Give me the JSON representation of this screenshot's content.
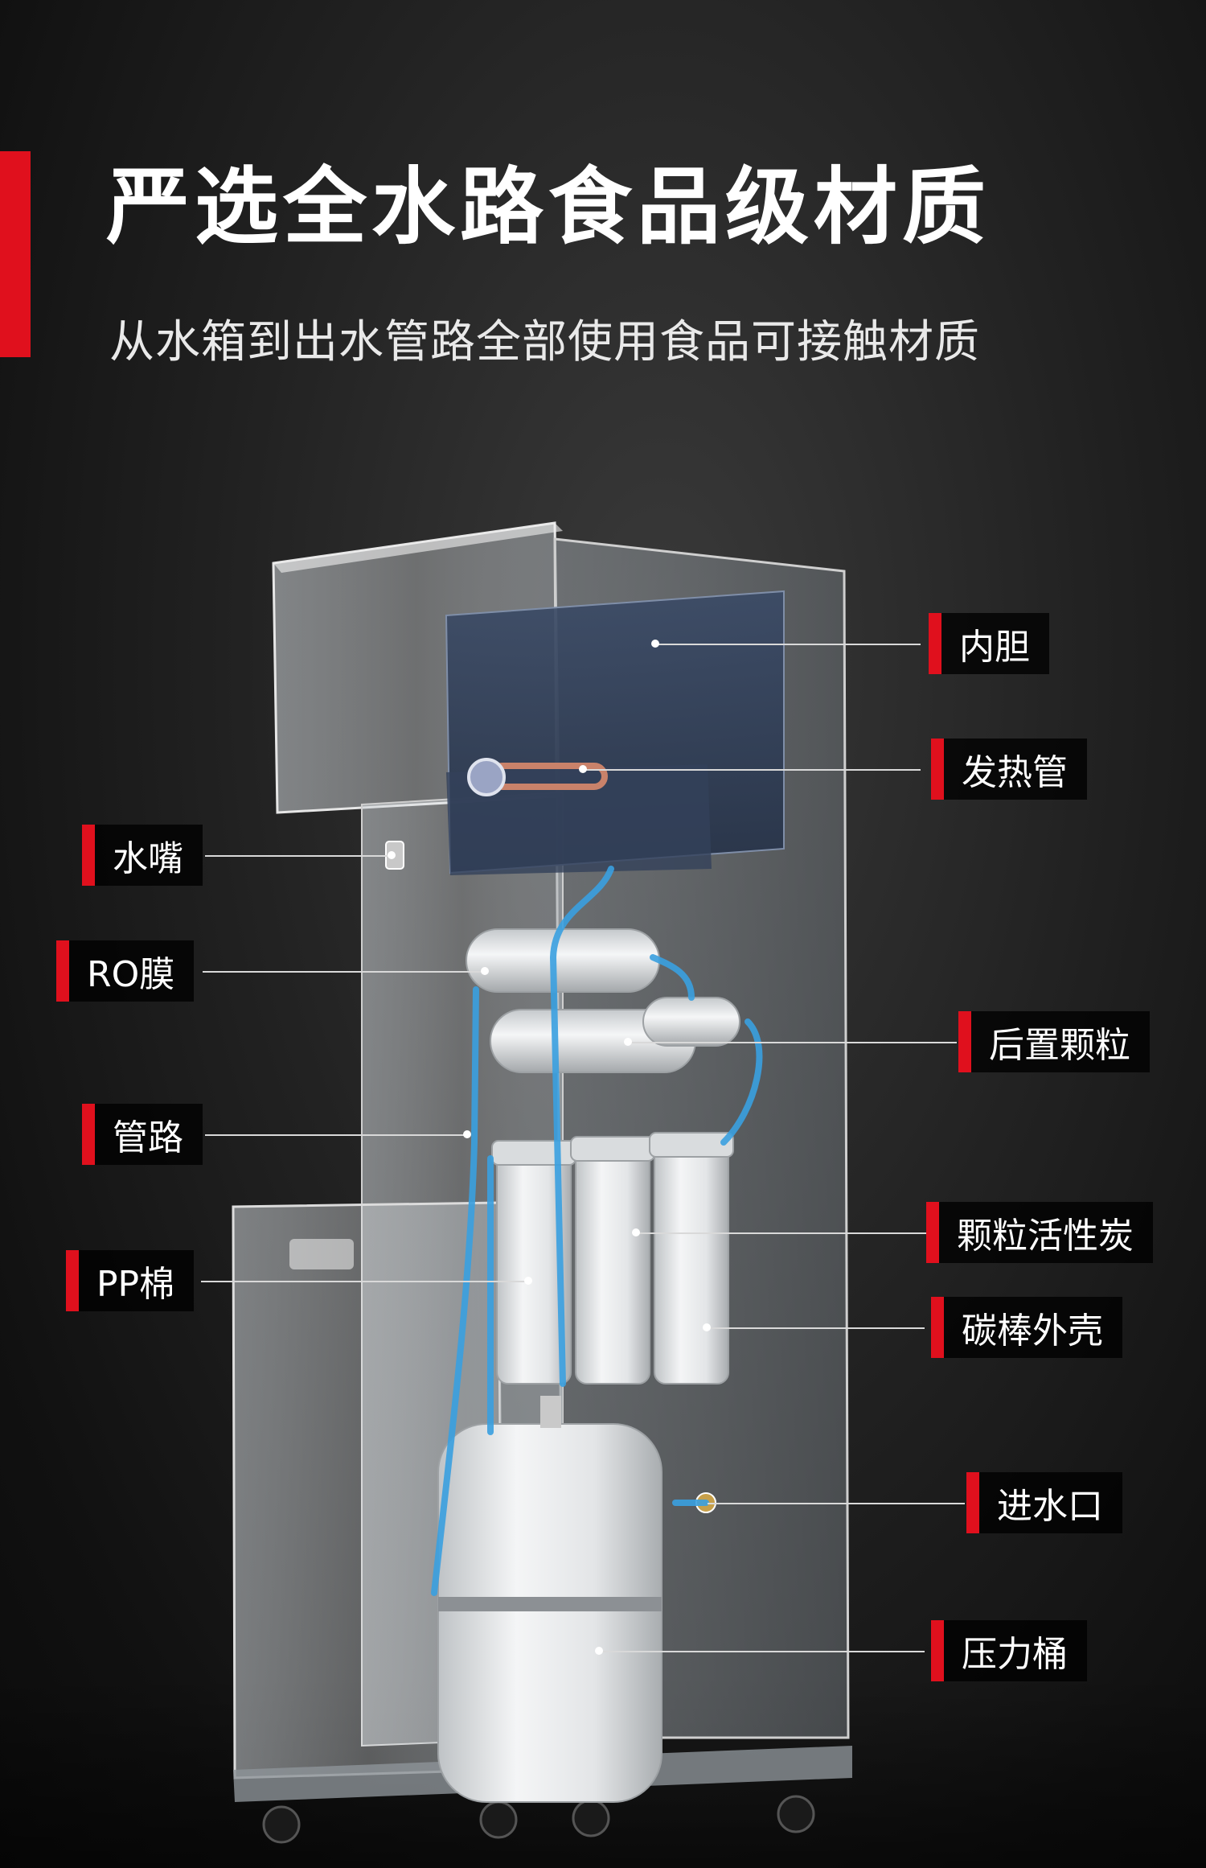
{
  "header": {
    "title": "严选全水路食品级材质",
    "subtitle": "从水箱到出水管路全部使用食品可接触材质"
  },
  "labels": {
    "inner_tank": "内胆",
    "heating_tube": "发热管",
    "faucet": "水嘴",
    "ro_membrane": "RO膜",
    "post_granule": "后置颗粒",
    "pipeline": "管路",
    "granular_carbon": "颗粒活性炭",
    "pp_cotton": "PP棉",
    "carbon_rod_housing": "碳棒外壳",
    "water_inlet": "进水口",
    "pressure_tank": "压力桶"
  },
  "colors": {
    "accent": "#e0101d",
    "background": "#1a1a1a",
    "pipe": "#3aa0e0"
  }
}
